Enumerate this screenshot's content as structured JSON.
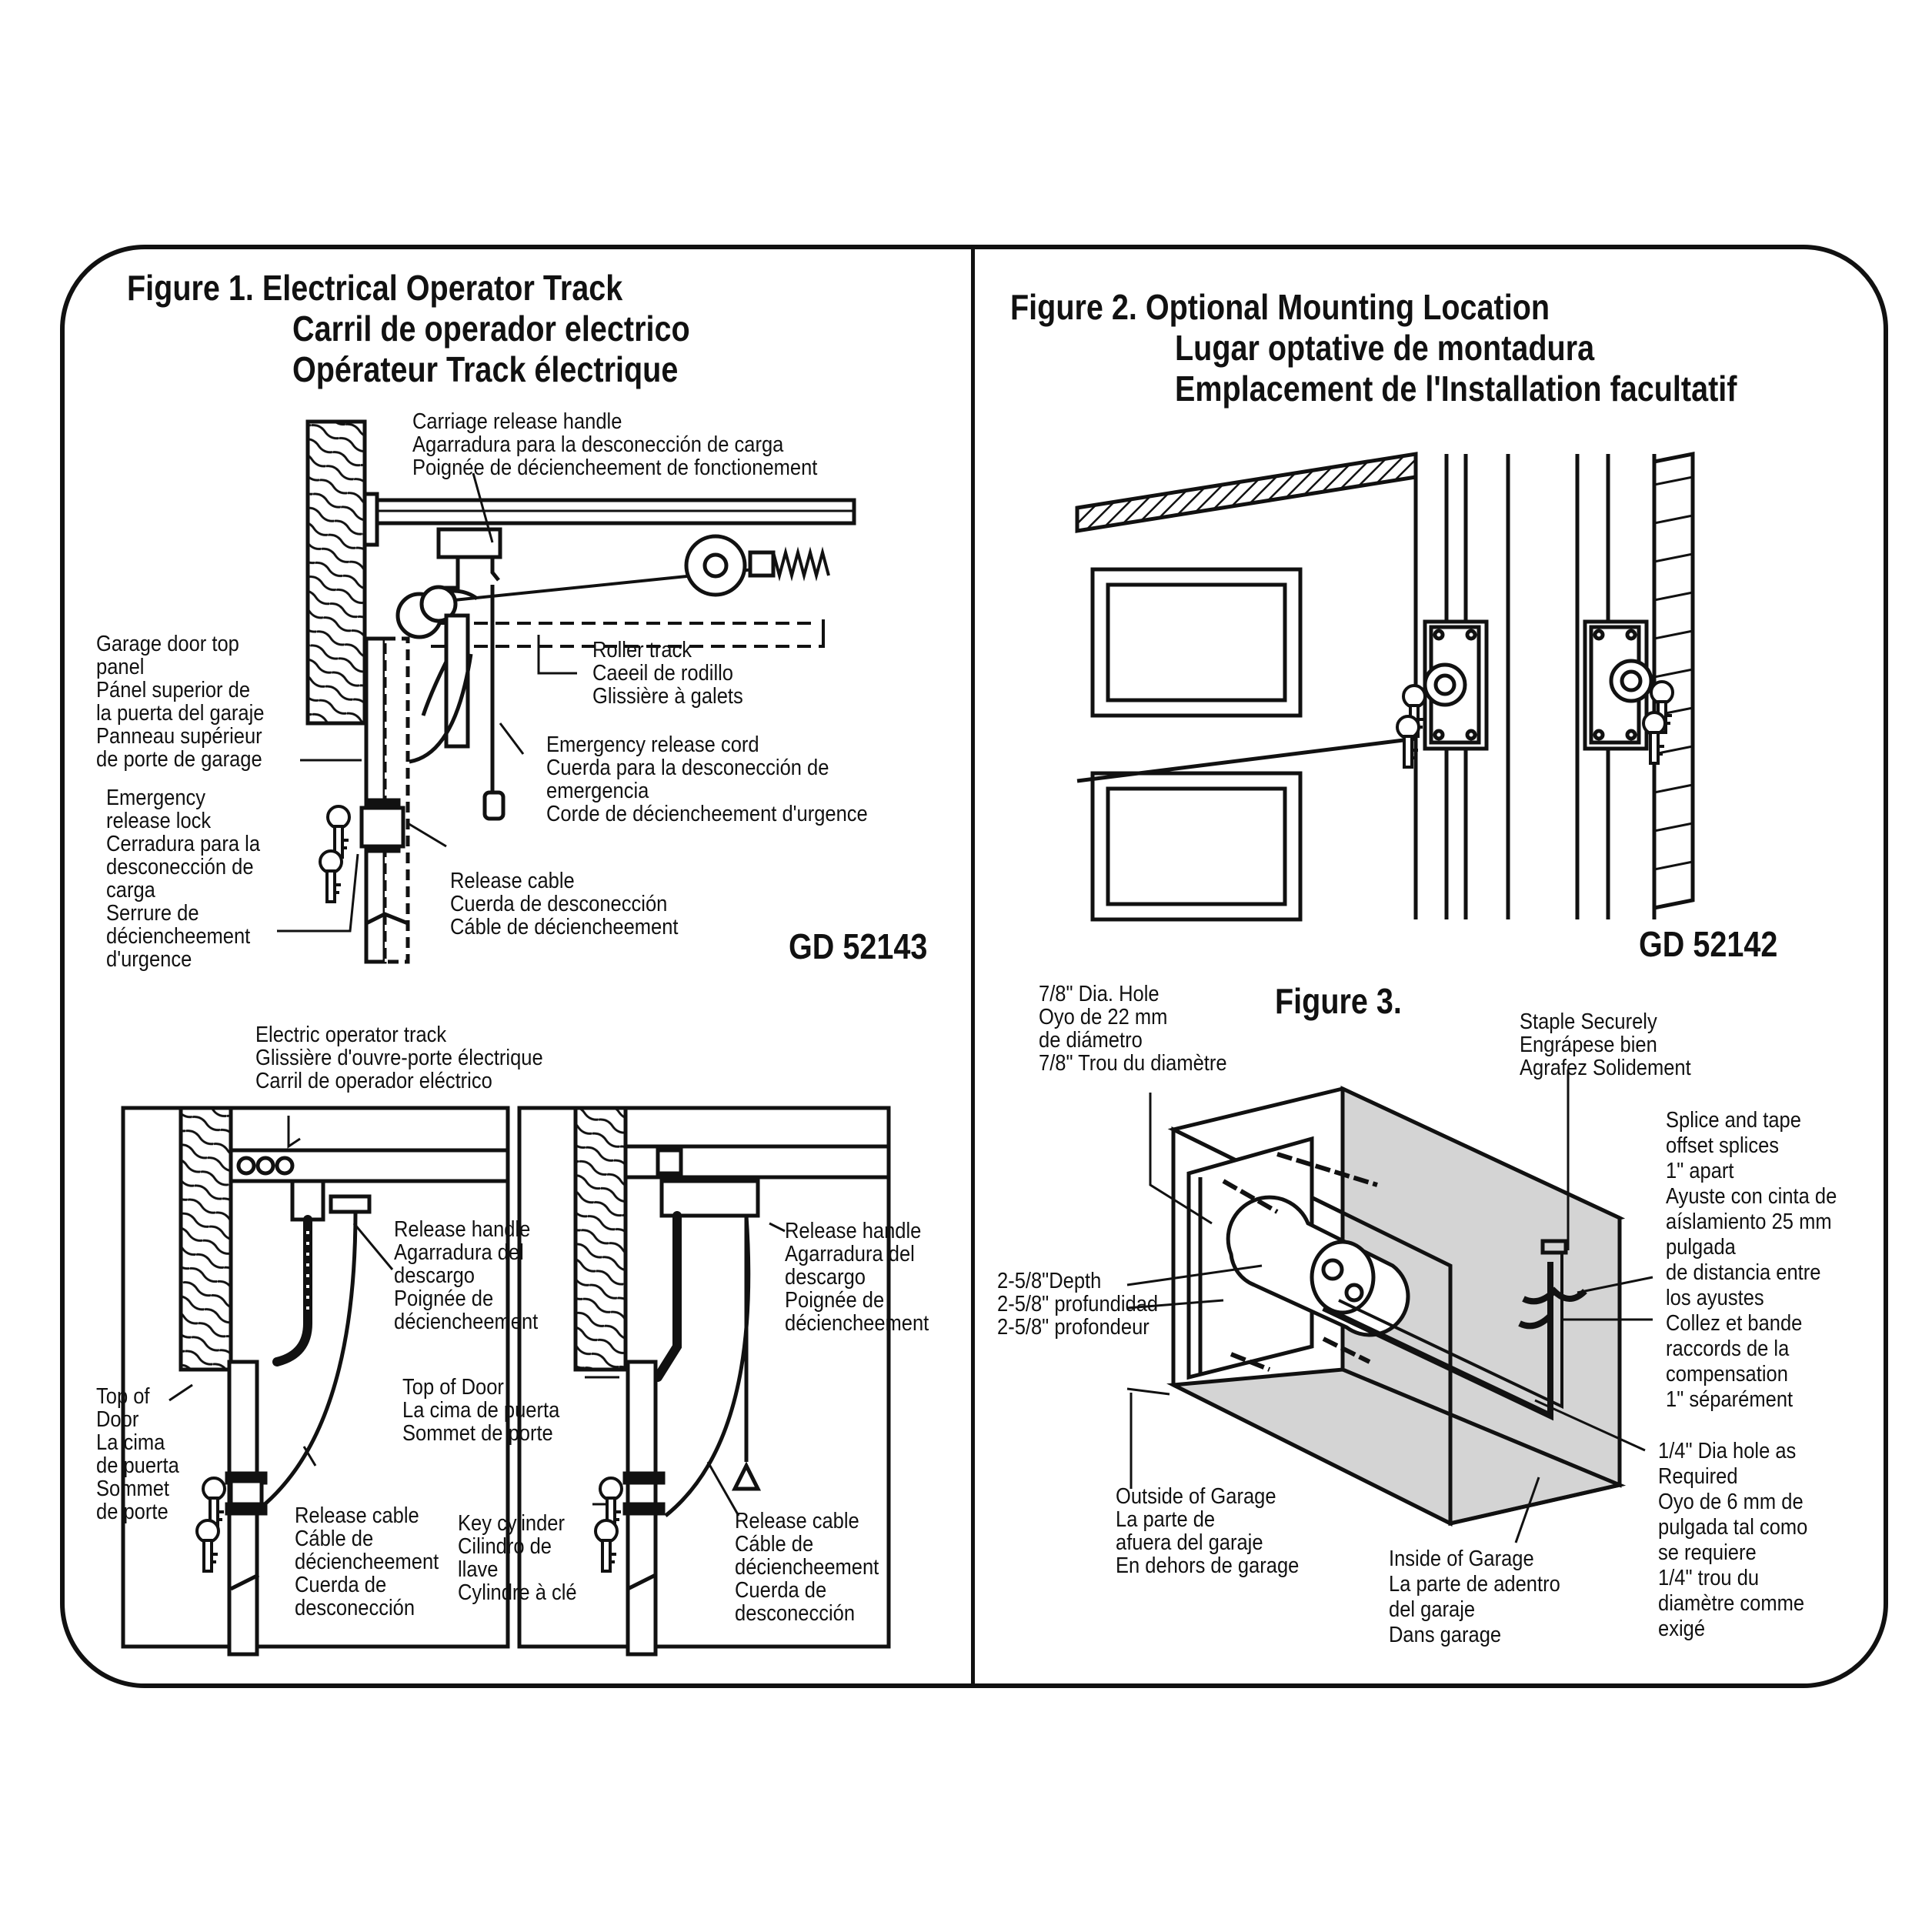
{
  "figure1": {
    "title": [
      "Figure 1. Electrical Operator Track",
      "Carril de operador electrico",
      "Opérateur Track électrique"
    ],
    "code": "GD 52143",
    "labels": {
      "carriage_release_handle": [
        "Carriage release handle",
        "Agarradura para la desconección de carga",
        "Poignée de déciencheement de fonctionement"
      ],
      "roller_track": [
        "Roller track",
        "Caeeil de rodillo",
        "Glissière à galets"
      ],
      "garage_door_top_panel": [
        "Garage door top",
        "panel",
        "Pánel superior de",
        "la puerta del garaje",
        "Panneau supérieur",
        "de porte de garage"
      ],
      "emergency_release_cord": [
        "Emergency release cord",
        "Cuerda para la desconección de",
        "emergencia",
        "Corde de déciencheement d'urgence"
      ],
      "emergency_release_lock": [
        "Emergency",
        "release lock",
        "Cerradura para la",
        "desconección de",
        "carga",
        "Serrure de",
        "déciencheement",
        "d'urgence"
      ],
      "release_cable": [
        "Release cable",
        "Cuerda de desconección",
        "Cáble de déciencheement"
      ]
    }
  },
  "figure1_bottom": {
    "electric_operator_track": [
      "Electric operator track",
      "Glissière d'ouvre-porte électrique",
      "Carril de operador eléctrico"
    ],
    "release_handle_left": [
      "Release handle",
      "Agarradura del",
      "descargo",
      "Poignée de",
      "déciencheement"
    ],
    "top_of_door_left": [
      "Top of",
      "Door",
      "La cima",
      "de puerta",
      "Sommet",
      "de porte"
    ],
    "release_cable_left": [
      "Release cable",
      "Cáble de",
      "déciencheement",
      "Cuerda de",
      "desconección"
    ],
    "top_of_door_right": [
      "Top of Door",
      "La cima de puerta",
      "Sommet de porte"
    ],
    "key_cylinder": [
      "Key cylinder",
      "Cilindro de",
      "llave",
      "Cylindre à clé"
    ],
    "release_handle_right": [
      "Release handle",
      "Agarradura del",
      "descargo",
      "Poignée de",
      "déciencheement"
    ],
    "release_cable_right": [
      "Release cable",
      "Cáble de",
      "déciencheement",
      "Cuerda de",
      "desconección"
    ]
  },
  "figure2": {
    "title": [
      "Figure 2. Optional Mounting Location",
      "Lugar optative de montadura",
      "Emplacement de l'Installation facultatif"
    ],
    "code": "GD 52142"
  },
  "figure3": {
    "title": "Figure 3.",
    "labels": {
      "hole_7_8": [
        "7/8\" Dia. Hole",
        "Oyo de 22 mm",
        "de diámetro",
        "7/8\" Trou du diamètre"
      ],
      "staple": [
        "Staple Securely",
        "Engrápese bien",
        "Agrafez Solidement"
      ],
      "splice": [
        "Splice and tape",
        "offset splices",
        "1\" apart",
        "Ayuste con cinta de",
        "aíslamiento 25 mm",
        "pulgada",
        "de distancia entre",
        "los ayustes",
        "Collez et bande",
        "raccords de la",
        "compensation",
        "1\" séparément"
      ],
      "depth": [
        "2-5/8\"Depth",
        "2-5/8\" profundidad",
        "2-5/8\" profondeur"
      ],
      "hole_1_4": [
        "1/4\" Dia hole as",
        "Required",
        "Oyo de 6 mm de",
        "pulgada tal como",
        "se requiere",
        "1/4\" trou du",
        "diamètre comme",
        "exigé"
      ],
      "outside": [
        "Outside of Garage",
        "La parte de",
        "afuera del garaje",
        "En dehors de garage"
      ],
      "inside": [
        "Inside of Garage",
        "La parte de adentro",
        "del garaje",
        "Dans garage"
      ]
    }
  }
}
